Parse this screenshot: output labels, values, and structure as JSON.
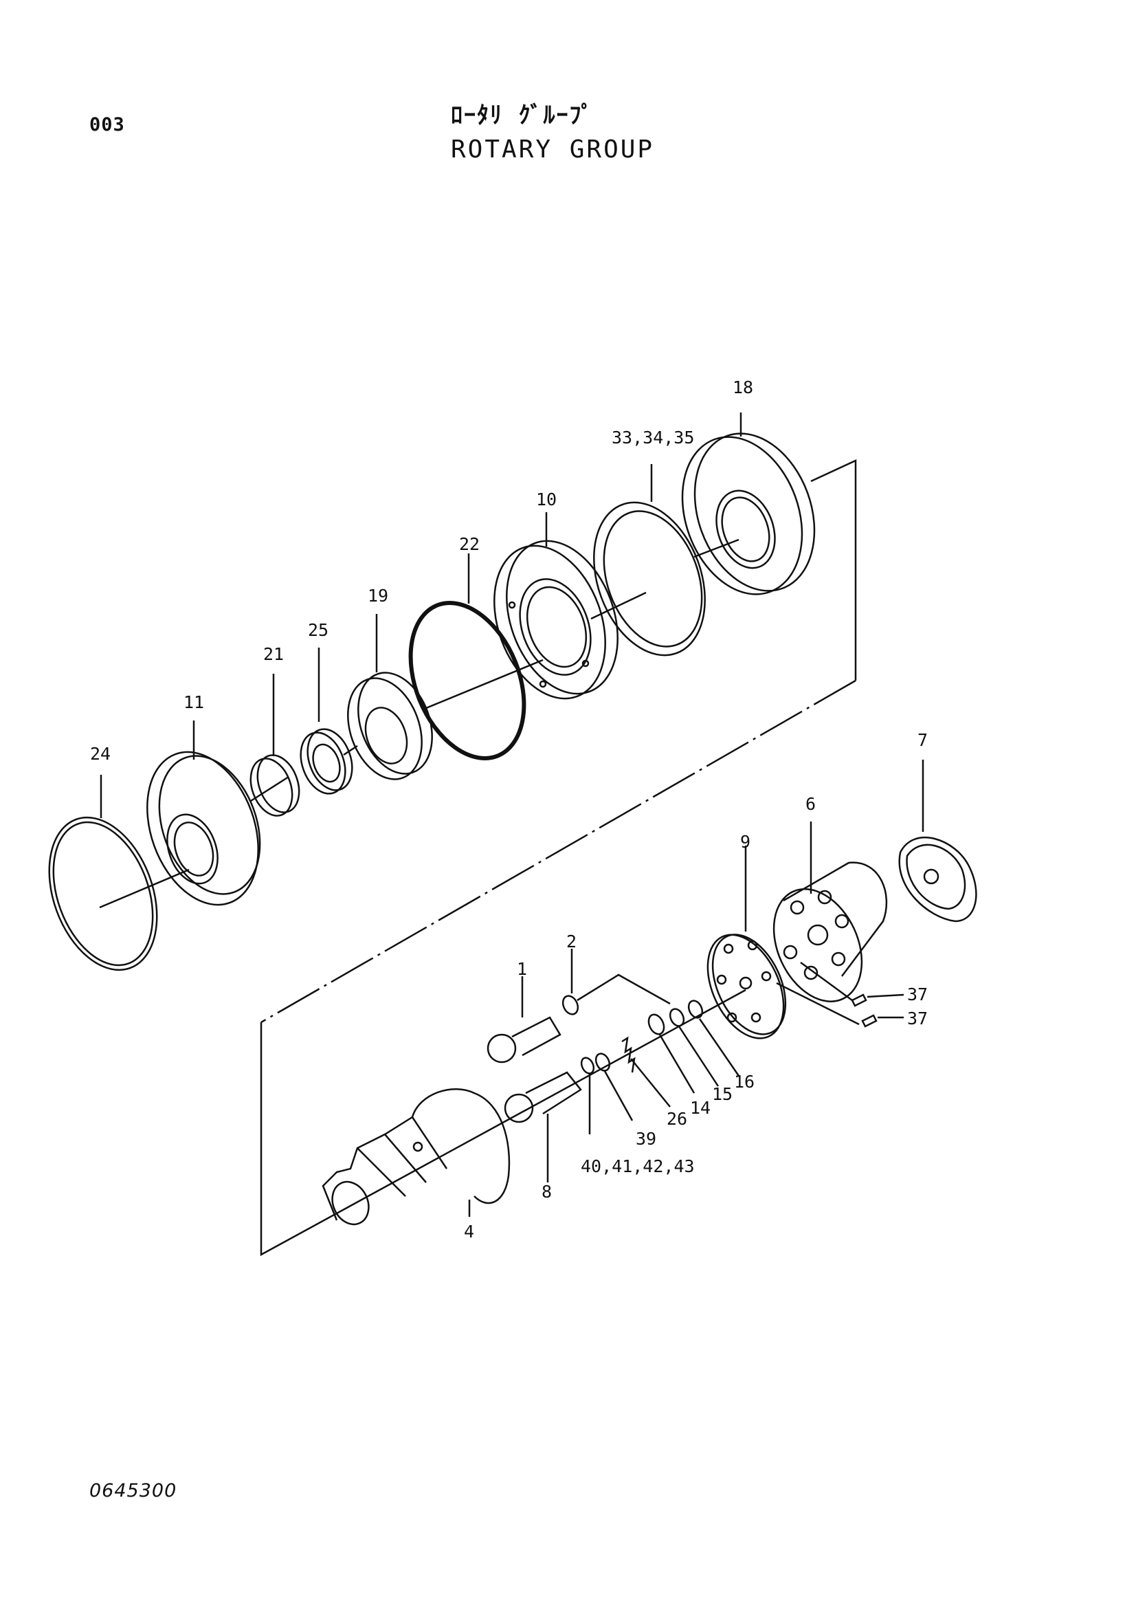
{
  "header": {
    "page_number": "003",
    "title_jp": "ﾛｰﾀﾘ ｸﾞﾙｰﾌﾟ",
    "title_en": "ROTARY GROUP"
  },
  "footer": {
    "drawing_code": "0645300"
  },
  "callouts": {
    "c1": "1",
    "c2": "2",
    "c4": "4",
    "c6": "6",
    "c7": "7",
    "c8": "8",
    "c9": "9",
    "c10": "10",
    "c11": "11",
    "c14": "14",
    "c15": "15",
    "c16": "16",
    "c18": "18",
    "c19": "19",
    "c21": "21",
    "c22": "22",
    "c24": "24",
    "c25": "25",
    "c26": "26",
    "c33": "33,34,35",
    "c37a": "37",
    "c37b": "37",
    "c39": "39",
    "c40": "40,41,42,43"
  }
}
